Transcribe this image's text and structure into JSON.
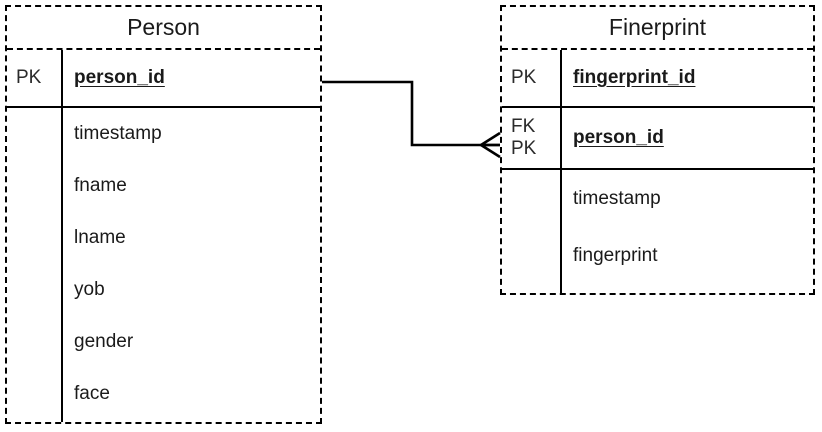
{
  "diagram": {
    "type": "entity-relationship-diagram",
    "background": "#ffffff",
    "line_color": "#000000"
  },
  "entities": [
    {
      "id": "person",
      "title": "Person",
      "rows": [
        {
          "key": "PK",
          "name": "person_id",
          "is_key": true
        },
        {
          "key": "",
          "name": "timestamp",
          "is_key": false
        },
        {
          "key": "",
          "name": "fname",
          "is_key": false
        },
        {
          "key": "",
          "name": "lname",
          "is_key": false
        },
        {
          "key": "",
          "name": "yob",
          "is_key": false
        },
        {
          "key": "",
          "name": "gender",
          "is_key": false
        },
        {
          "key": "",
          "name": "face",
          "is_key": false
        }
      ]
    },
    {
      "id": "fingerprint",
      "title": "Finerprint",
      "rows": [
        {
          "key": "PK",
          "name": "fingerprint_id",
          "is_key": true
        },
        {
          "key": "FK",
          "key2": "PK",
          "name": "person_id",
          "is_key": true
        },
        {
          "key": "",
          "name": "timestamp",
          "is_key": false
        },
        {
          "key": "",
          "name": "fingerprint",
          "is_key": false
        }
      ]
    }
  ],
  "relationship": {
    "from_entity": "person",
    "from_attribute": "person_id",
    "to_entity": "fingerprint",
    "to_attribute": "person_id",
    "to_marker": "crows-foot",
    "from_marker": "none"
  }
}
